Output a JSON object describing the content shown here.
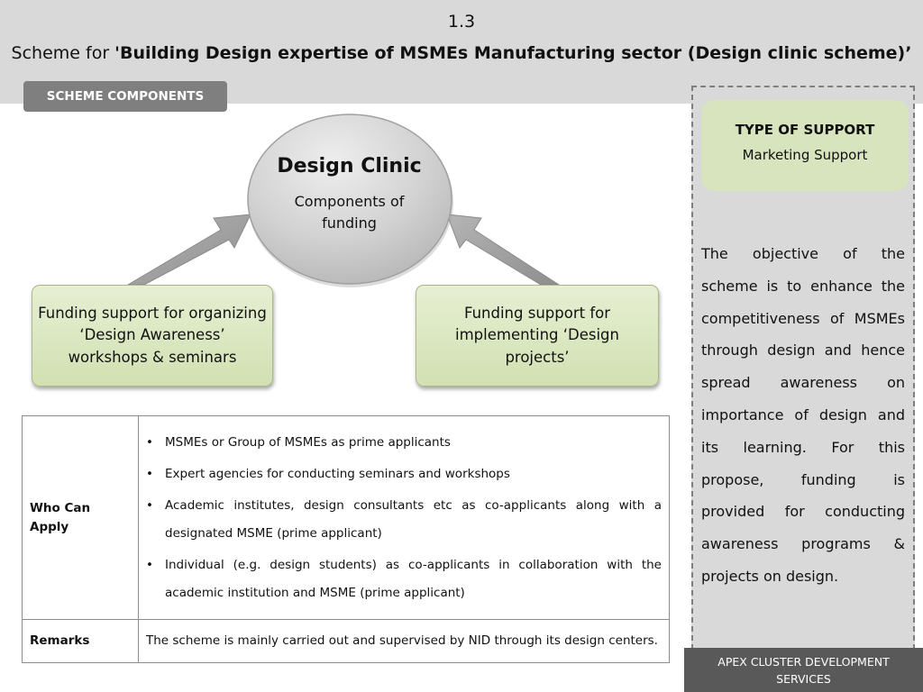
{
  "header": {
    "slide_number": "1.3",
    "title_prefix": "Scheme for ",
    "title_bold": "'Building Design expertise of MSMEs Manufacturing sector (Design clinic scheme)’"
  },
  "section_tab": "SCHEME COMPONENTS",
  "diagram": {
    "center_title": "Design Clinic",
    "center_subtitle": "Components of funding",
    "left_box": "Funding support for organizing ‘Design Awareness’ workshops & seminars",
    "right_box": "Funding support for implementing ‘Design projects’"
  },
  "table": {
    "who_label": "Who Can Apply",
    "applicants": [
      "MSMEs or Group of MSMEs as prime applicants",
      "Expert agencies for conducting seminars and workshops",
      "Academic institutes, design consultants etc as co-applicants along with a designated MSME (prime applicant)",
      "Individual (e.g. design students) as co-applicants in collaboration with the academic institution and MSME (prime applicant)"
    ],
    "bullet_symbol": "•",
    "remarks_label": "Remarks",
    "remarks_text": "The scheme is mainly carried out and supervised by NID through its design centers."
  },
  "sidebar": {
    "support_title": "TYPE OF SUPPORT",
    "support_value": "Marketing Support",
    "objective": "The objective of the scheme is to enhance the competitiveness of MSMEs through design and hence spread awareness on importance of design and its learning. For this propose, funding is provided for conducting awareness programs & projects on design."
  },
  "footer": "APEX CLUSTER DEVELOPMENT SERVICES",
  "colors": {
    "header_band": "#d9d9d9",
    "tab": "#7f7f7f",
    "green_box": "#d7e4bd",
    "footer": "#595959"
  }
}
